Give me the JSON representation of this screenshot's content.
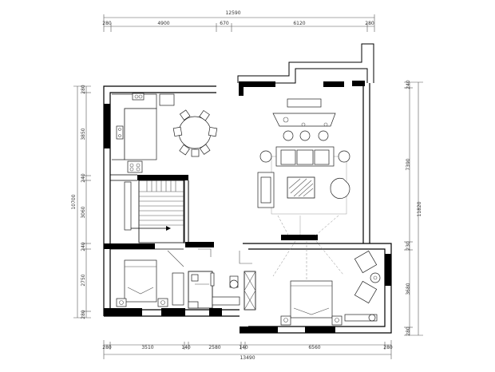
{
  "dimensions": {
    "top_total": "12590",
    "top_segments": [
      "280",
      "4900",
      "670",
      "6120",
      "280"
    ],
    "bottom_total": "13490",
    "bottom_segments": [
      "280",
      "3510",
      "140",
      "2580",
      "140",
      "6560",
      "280"
    ],
    "left_total": "10700",
    "left_segments": [
      "280",
      "3850",
      "240",
      "3060",
      "240",
      "2750",
      "280"
    ],
    "right_total": "11820",
    "right_segments": [
      "240",
      "7390",
      "230",
      "3680",
      "280"
    ]
  },
  "icons": {
    "north_marker": "north-arrow-icon"
  }
}
